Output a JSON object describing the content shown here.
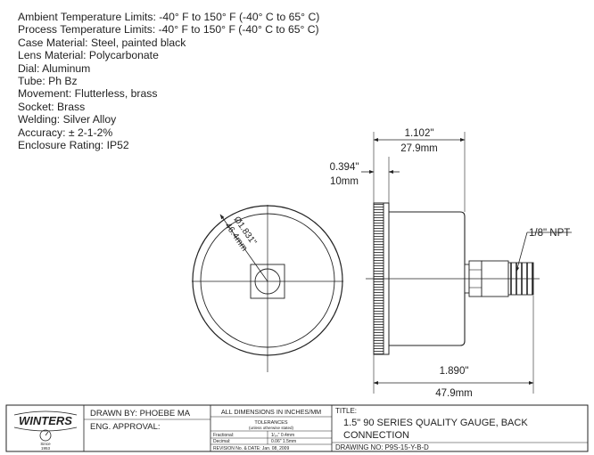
{
  "specs": [
    "Ambient Temperature Limits: -40° F to 150° F (-40° C to 65° C)",
    "Process Temperature Limits: -40° F to 150° F (-40° C to 65° C)",
    "Case Material: Steel, painted black",
    "Lens Material: Polycarbonate",
    "Dial: Aluminum",
    "Tube: Ph Bz",
    "Movement: Flutterless, brass",
    "Socket: Brass",
    "Welding: Silver Alloy",
    "Accuracy: ± 2-1-2%",
    "Enclosure Rating: IP52"
  ],
  "dimensions": {
    "depth_in": "1.102\"",
    "depth_mm": "27.9mm",
    "bezel_in": "0.394\"",
    "bezel_mm": "10mm",
    "dia_in": "Ø1.831\"",
    "dia_mm": "46.4mm",
    "overall_in": "1.890\"",
    "overall_mm": "47.9mm",
    "thread": "1/8\" NPT"
  },
  "title_block": {
    "logo": "WINTERS",
    "logo_since": "Since",
    "logo_year": "1953",
    "drawn_by": "DRAWN BY: PHOEBE MA",
    "eng_approval": "ENG. APPROVAL:",
    "dims_header": "ALL DIMENSIONS IN INCHES/MM",
    "tol_header": "TOLERANCES",
    "tol_sub": "(unless otherwise stated)",
    "fractional_label": "Fractional:",
    "fractional_value": "1⁄₆₄\" 0.4mm",
    "decimal_label": "Decimal:",
    "decimal_value": "0.06\" 1.5mm",
    "revision": "REVISION No. & DATE: Jan. 08, 2009",
    "title_label": "TITLE:",
    "title_line1": "1.5\" 90 SERIES QUALITY GAUGE, BACK",
    "title_line2": "CONNECTION",
    "drawing_no": "DRAWING NO: P9S-15-Y-B-D"
  }
}
